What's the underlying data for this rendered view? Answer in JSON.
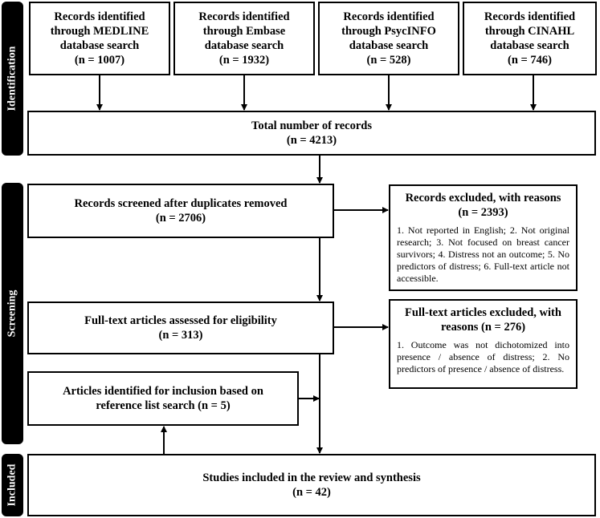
{
  "stages": {
    "identification": "Identification",
    "screening": "Screening",
    "included": "Included"
  },
  "sources": [
    {
      "l1": "Records identified",
      "l2": "through MEDLINE",
      "l3": "database search",
      "n": "(n = 1007)"
    },
    {
      "l1": "Records identified",
      "l2": "through Embase",
      "l3": "database search",
      "n": "(n = 1932)"
    },
    {
      "l1": "Records identified",
      "l2": "through PsycINFO",
      "l3": "database search",
      "n": "(n = 528)"
    },
    {
      "l1": "Records identified",
      "l2": "through CINAHL",
      "l3": "database search",
      "n": "(n = 746)"
    }
  ],
  "total": {
    "label": "Total number of records",
    "n": "(n = 4213)"
  },
  "screened": {
    "label": "Records screened after duplicates removed",
    "n": "(n = 2706)"
  },
  "excluded1": {
    "title": "Records excluded, with reasons",
    "n": "(n = 2393)",
    "reasons": "1. Not reported in English; 2. Not original research; 3. Not focused on breast cancer survivors; 4. Distress not an outcome; 5. No predictors of distress; 6. Full-text article not accessible."
  },
  "fulltext": {
    "label": "Full-text articles assessed for eligibility",
    "n": "(n = 313)"
  },
  "excluded2": {
    "title": "Full-text articles excluded, with",
    "title2": "reasons (n = 276)",
    "reasons": "1. Outcome was not dichotomized into presence / absence of distress; 2. No predictors of presence / absence of distress."
  },
  "reference": {
    "l1": "Articles identified for inclusion based on",
    "l2": "reference list search (n = 5)"
  },
  "included": {
    "label": "Studies included in the review and synthesis",
    "n": "(n = 42)"
  }
}
